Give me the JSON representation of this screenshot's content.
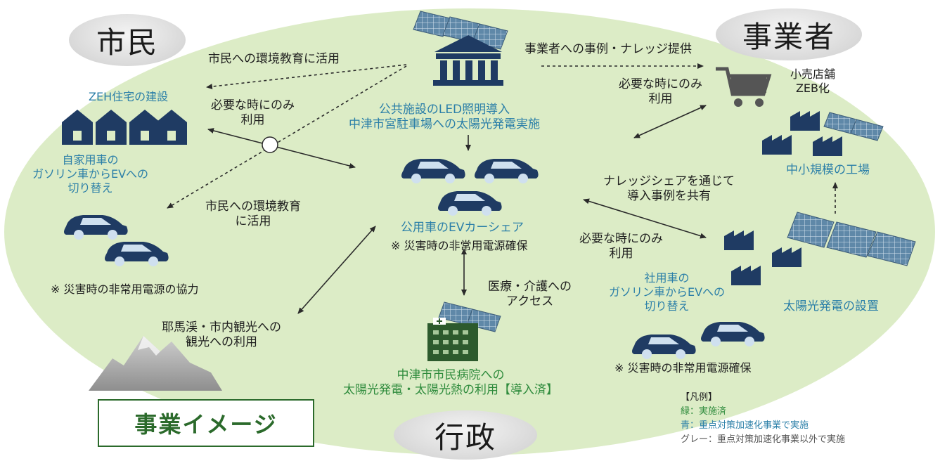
{
  "actors": {
    "citizen": "市民",
    "business": "事業者",
    "government": "行政"
  },
  "title_box": "事業イメージ",
  "labels": {
    "citizen_education_top": "市民への環境教育に活用",
    "zeh_housing": "ZEH住宅の建設",
    "citizen_when_needed": [
      "必要な時にのみ",
      "利用"
    ],
    "private_car_ev": [
      "自家用車の",
      "ガソリン車からEVへの",
      "切り替え"
    ],
    "citizen_education_mid": [
      "市民への環境教育",
      "に活用"
    ],
    "citizen_disaster": "※ 災害時の非常用電源の協力",
    "tourism": [
      "耶馬渓・市内観光への",
      "観光への利用"
    ],
    "public_facility": [
      "公共施設のLED照明導入",
      "中津市宮駐車場への太陽光発電実施"
    ],
    "public_car_share": "公用車のEVカーシェア",
    "public_disaster": "※ 災害時の非常用電源確保",
    "medical_access": [
      "医療・介護への",
      "アクセス"
    ],
    "hospital": [
      "中津市市民病院への",
      "太陽光発電・太陽光熱の利用【導入済】"
    ],
    "business_knowledge": "事業者への事例・ナレッジ提供",
    "business_when_needed": [
      "必要な時にのみ",
      "利用"
    ],
    "retail_zeb": [
      "小売店舗",
      "ZEB化"
    ],
    "small_factory": "中小規模の工場",
    "knowledge_share": [
      "ナレッジシェアを通じて",
      "導入事例を共有"
    ],
    "business_when_needed2": [
      "必要な時にのみ",
      "利用"
    ],
    "company_car_ev": [
      "社用車の",
      "ガソリン車からEVへの",
      "切り替え"
    ],
    "solar_install": "太陽光発電の設置",
    "business_disaster": "※ 災害時の非常用電源確保"
  },
  "legend": {
    "title": "【凡例】",
    "green": "緑：実施済",
    "blue": "青：重点対策加速化事業で実施",
    "gray": "グレー：重点対策加速化事業以外で実施"
  },
  "colors": {
    "ellipse": "#dcecc6",
    "icon_navy": "#1f3b63",
    "green_text": "#2e8b3c",
    "blue_text": "#2b7fa8",
    "gray_text": "#555555"
  }
}
